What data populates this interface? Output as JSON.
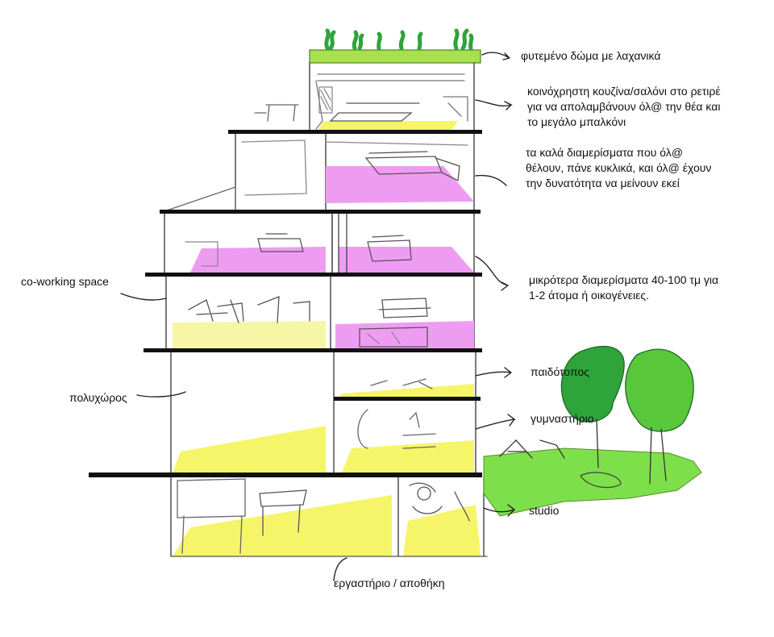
{
  "colors": {
    "yellow": "#f6f56a",
    "pink": "#ee9cf2",
    "green_roof": "#a8e04e",
    "tree_dark": "#2ea43a",
    "tree_light": "#58c83a",
    "lawn": "#7de04a",
    "slab": "#111111",
    "sketch": "#444444"
  },
  "labels": {
    "roof": "φυτεμένο δώμα με λαχανικά",
    "penthouse": [
      "κοινόχρηστη κουζίνα/σαλόνι στο ρετιρέ",
      "για να απολαμβάνουν όλ@ την θέα και",
      "το μεγάλο μπαλκόνι"
    ],
    "apartments_good": [
      "τα καλά διαμερίσματα που όλ@",
      "θέλουν, πάνε κυκλικά, και όλ@ έχουν",
      "την δυνατότητα να μείνουν εκεί"
    ],
    "apartments_small": [
      "μικρότερα διαμερίσματα 40-100 τμ για",
      "1-2 άτομα ή οικογένειες."
    ],
    "coworking": "co-working space",
    "playground": "παιδότοπος",
    "multispace": "πολυχώρος",
    "gym": "γυμναστήριο",
    "studio": "studio",
    "workshop": "εργαστήριο / αποθήκη"
  }
}
